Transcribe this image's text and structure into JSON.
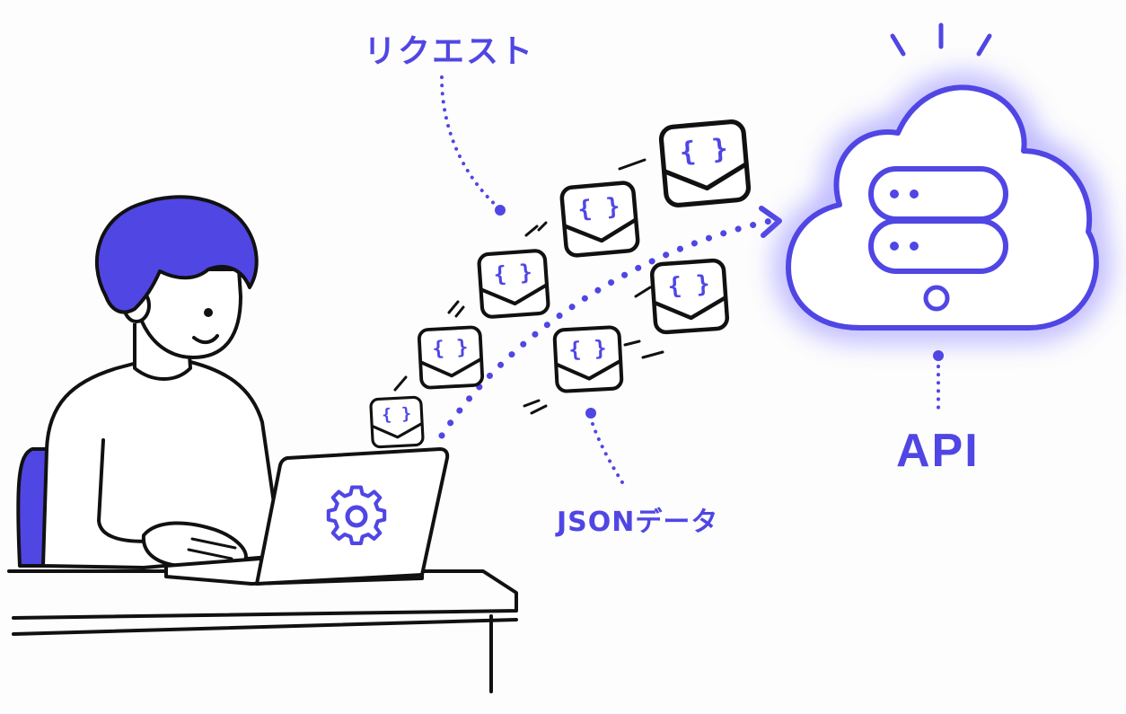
{
  "labels": {
    "request": "リクエスト",
    "json_data": "JSONデータ",
    "api": "API"
  },
  "packet_symbol": "{ }",
  "colors": {
    "accent": "#5046e4",
    "line": "#111111",
    "glow": "#a39cff",
    "background": "#fdfdfd"
  },
  "icons": [
    "person",
    "laptop",
    "gear-icon",
    "json-envelope-icon",
    "cloud-server-icon",
    "dotted-arrow"
  ]
}
